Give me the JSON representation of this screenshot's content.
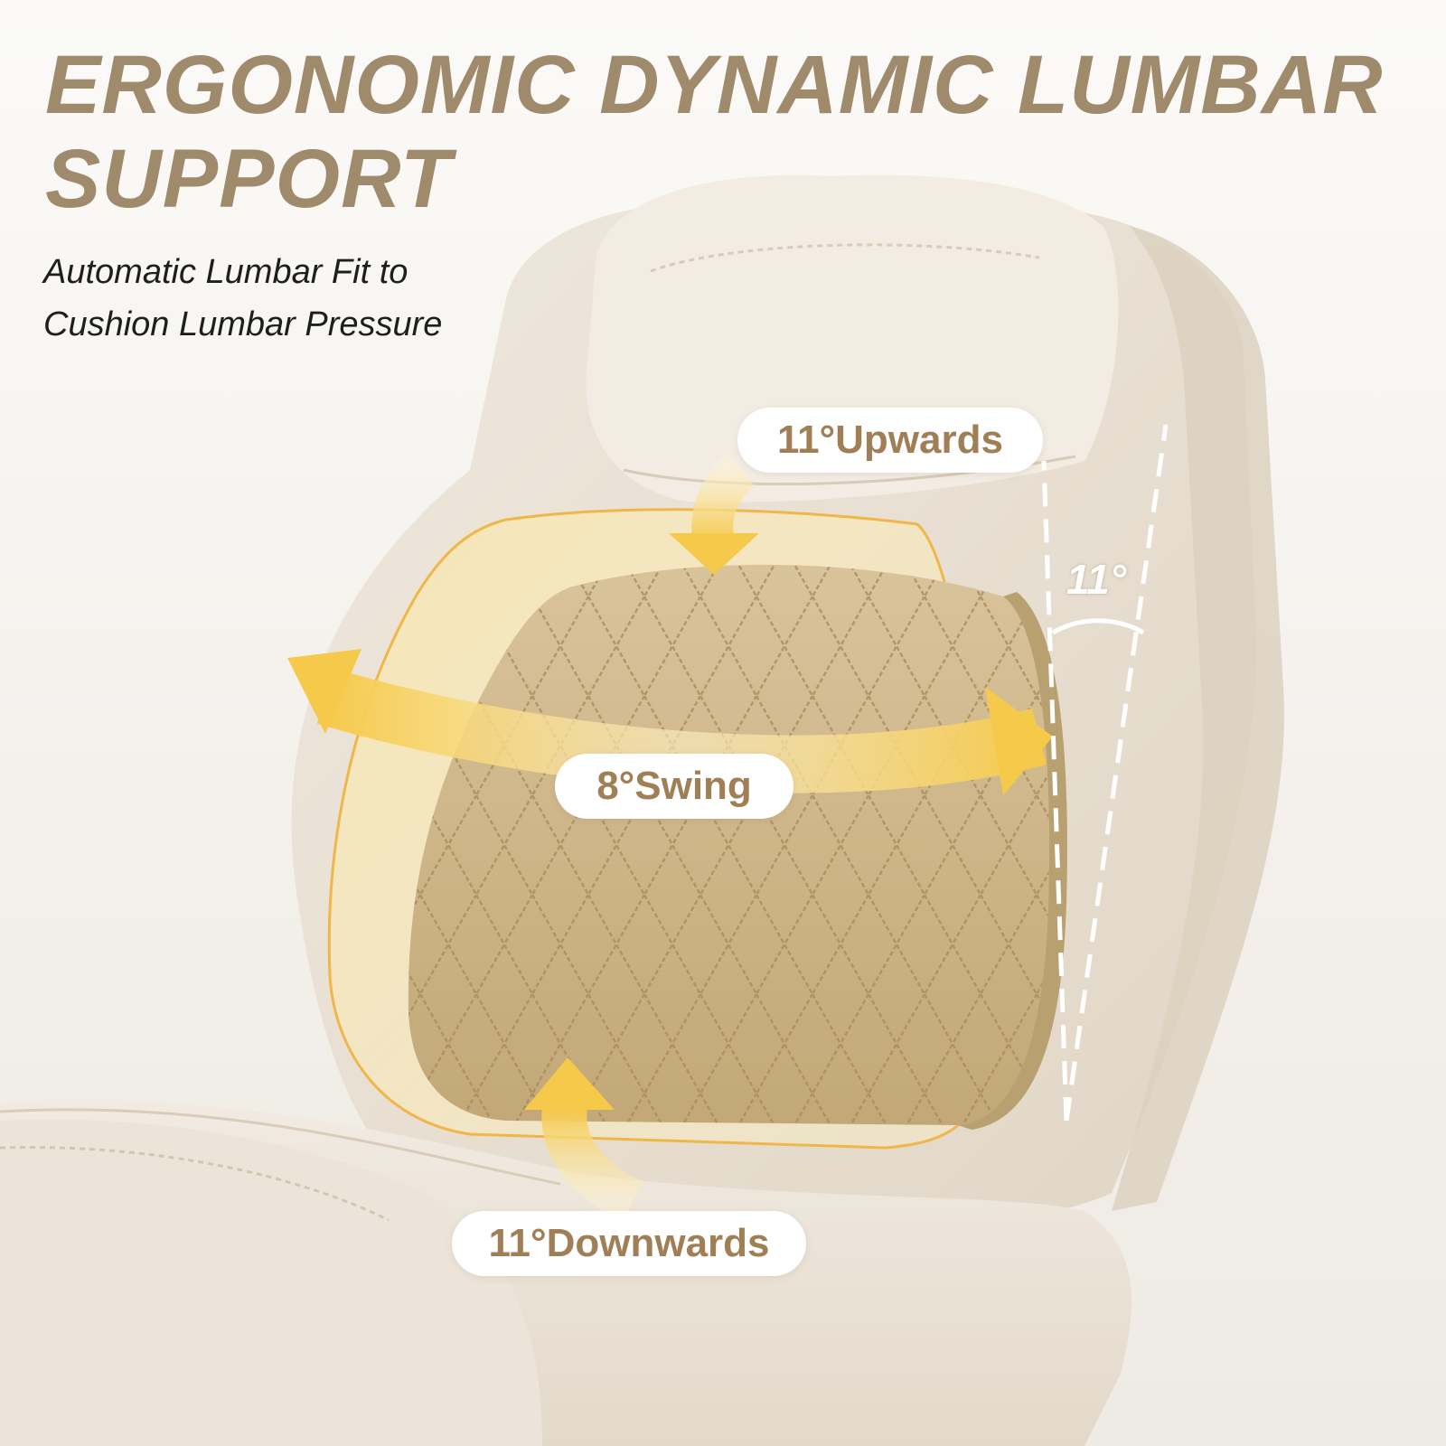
{
  "headline": {
    "line1": "ERGONOMIC DYNAMIC LUMBAR",
    "line2": "SUPPORT"
  },
  "subheadline": {
    "line1": "Automatic Lumbar Fit to",
    "line2": "Cushion Lumbar Pressure"
  },
  "callouts": {
    "upwards": "11°Upwards",
    "swing": "8°Swing",
    "downwards": "11°Downwards",
    "angle": "11°"
  },
  "icons": [
    "arrow-down-icon",
    "arrow-up-icon",
    "swing-arrow-icon",
    "angle-indicator-icon"
  ],
  "colors": {
    "headline": "#a08a6c",
    "subheadline": "#1e1e1e",
    "callout_text": "#a07f56",
    "callout_background": "#ffffff",
    "cushion": "#cdb48a",
    "arrow": "#f7d36b",
    "chair": "#ebe3d6"
  }
}
